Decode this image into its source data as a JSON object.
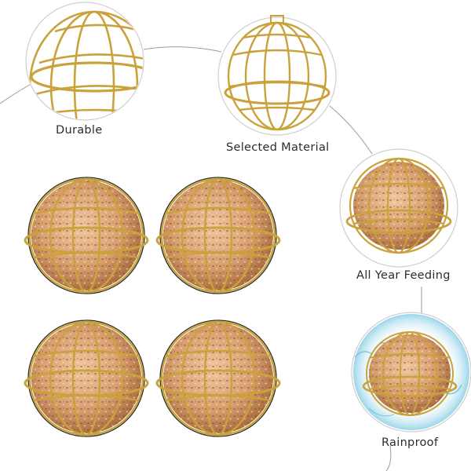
{
  "features": {
    "durable": "Durable",
    "material": "Selected Material",
    "feeding": "All Year Feeding",
    "rainproof": "Rainproof"
  },
  "palette": {
    "wire": "#c9a23b",
    "wire_dark": "#8f6f1c",
    "suet": "#d9a57a",
    "suet_dark": "#b9784c",
    "connector": "#9a9a9a",
    "ring": "#cccccc",
    "water": "#4fb6d6"
  }
}
